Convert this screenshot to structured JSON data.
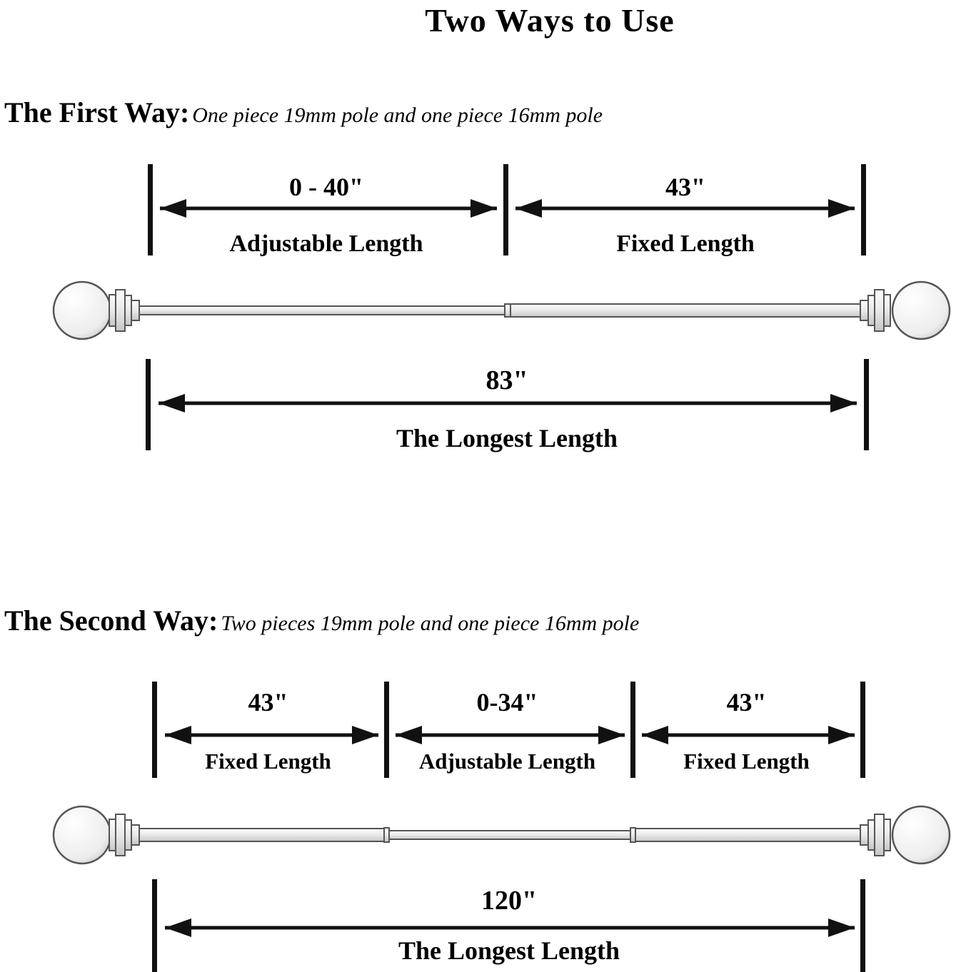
{
  "title": "Two Ways to Use",
  "first_way": {
    "heading": "The First Way:",
    "subheading": "One piece 19mm pole and one piece 16mm pole",
    "segments": [
      {
        "value": "0 - 40\"",
        "label": "Adjustable Length"
      },
      {
        "value": "43\"",
        "label": "Fixed Length"
      }
    ],
    "total": {
      "value": "83\"",
      "label": "The Longest Length"
    }
  },
  "second_way": {
    "heading": "The Second Way:",
    "subheading": "Two pieces 19mm pole and one piece 16mm pole",
    "segments": [
      {
        "value": "43\"",
        "label": "Fixed Length"
      },
      {
        "value": "0-34\"",
        "label": "Adjustable Length"
      },
      {
        "value": "43\"",
        "label": "Fixed Length"
      }
    ],
    "total": {
      "value": "120\"",
      "label": "The Longest Length"
    }
  },
  "colors": {
    "ink": "#111111",
    "rod_outline": "#555555"
  }
}
